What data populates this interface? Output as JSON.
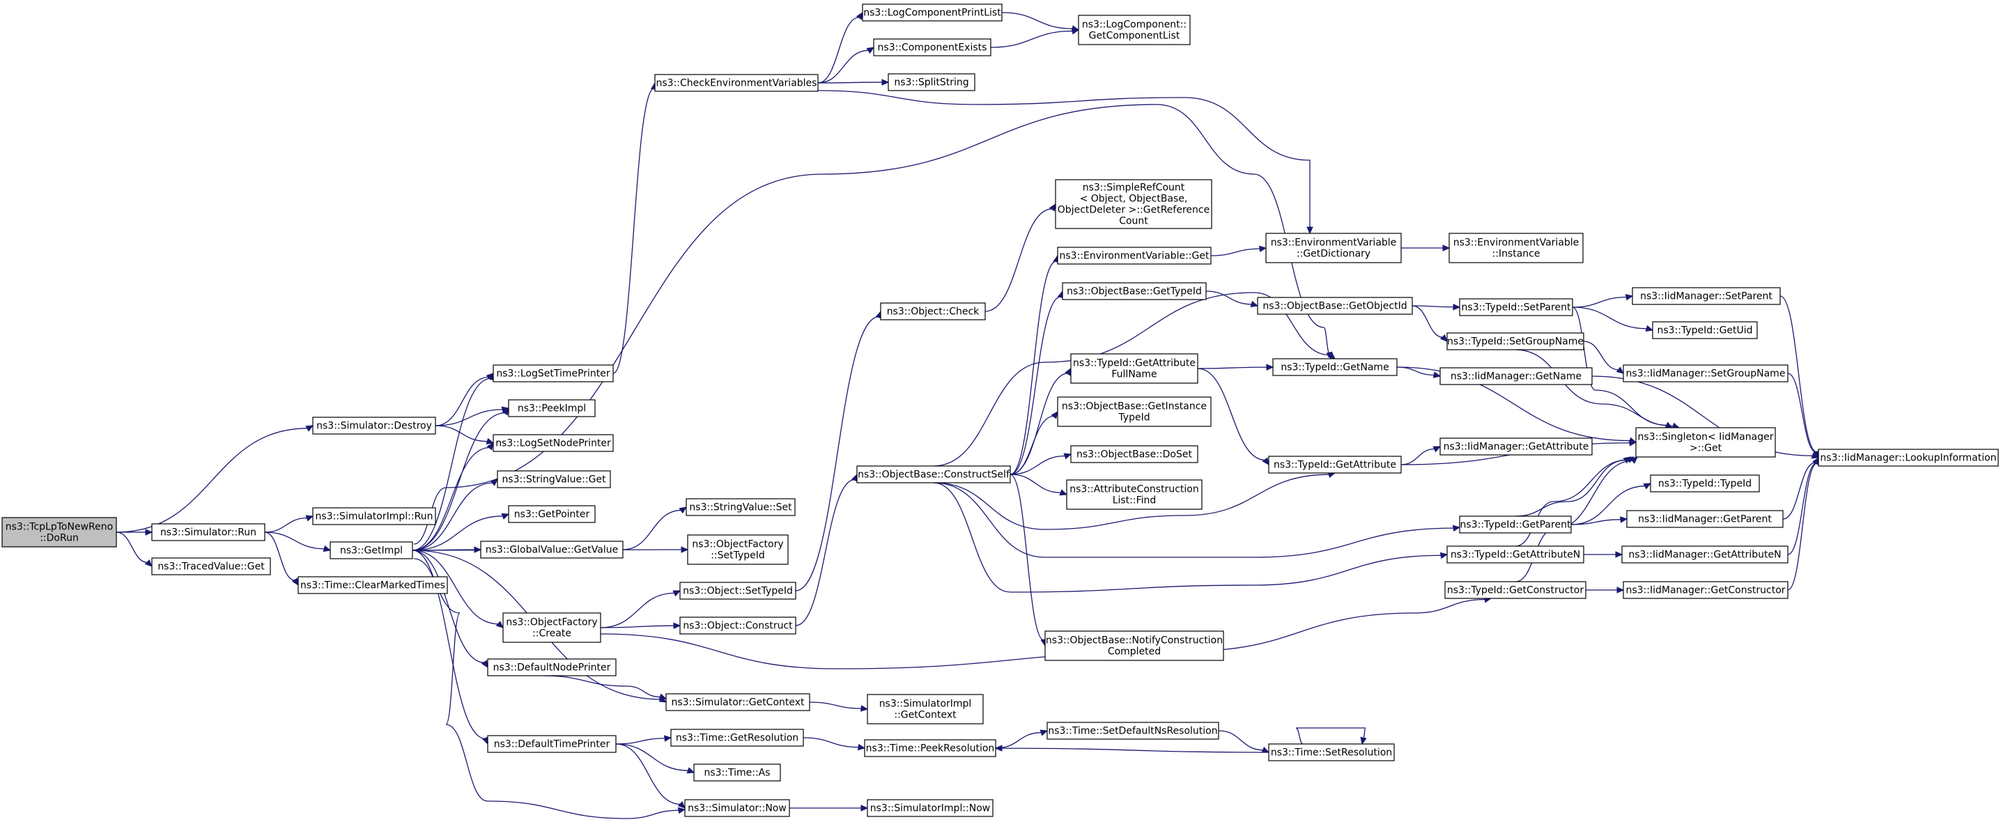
{
  "title": "",
  "nodes": [
    {
      "id": "root",
      "lines": [
        "ns3::TcpLpToNewReno",
        "::DoRun"
      ],
      "root": true
    },
    {
      "id": "simrun",
      "lines": [
        "ns3::Simulator::Run"
      ]
    },
    {
      "id": "tracedget",
      "lines": [
        "ns3::TracedValue::Get"
      ]
    },
    {
      "id": "simdestroy",
      "lines": [
        "ns3::Simulator::Destroy"
      ]
    },
    {
      "id": "simimplrun",
      "lines": [
        "ns3::SimulatorImpl::Run"
      ]
    },
    {
      "id": "getimpl",
      "lines": [
        "ns3::GetImpl"
      ]
    },
    {
      "id": "clearmarked",
      "lines": [
        "ns3::Time::ClearMarkedTimes"
      ]
    },
    {
      "id": "logsettime",
      "lines": [
        "ns3::LogSetTimePrinter"
      ]
    },
    {
      "id": "peekimpl",
      "lines": [
        "ns3::PeekImpl"
      ]
    },
    {
      "id": "logsetnode",
      "lines": [
        "ns3::LogSetNodePrinter"
      ]
    },
    {
      "id": "strvalget",
      "lines": [
        "ns3::StringValue::Get"
      ]
    },
    {
      "id": "getpointer",
      "lines": [
        "ns3::GetPointer"
      ]
    },
    {
      "id": "gvgetvalue",
      "lines": [
        "ns3::GlobalValue::GetValue"
      ]
    },
    {
      "id": "ofcreate",
      "lines": [
        "ns3::ObjectFactory",
        "::Create"
      ]
    },
    {
      "id": "defnodeprinter",
      "lines": [
        "ns3::DefaultNodePrinter"
      ]
    },
    {
      "id": "deftimeprinter",
      "lines": [
        "ns3::DefaultTimePrinter"
      ]
    },
    {
      "id": "checkenv",
      "lines": [
        "ns3::CheckEnvironmentVariables"
      ]
    },
    {
      "id": "logcompprintlist",
      "lines": [
        "ns3::LogComponentPrintList"
      ]
    },
    {
      "id": "compexists",
      "lines": [
        "ns3::ComponentExists"
      ]
    },
    {
      "id": "splitstring",
      "lines": [
        "ns3::SplitString"
      ]
    },
    {
      "id": "logcompgetlist",
      "lines": [
        "ns3::LogComponent::",
        "GetComponentList"
      ]
    },
    {
      "id": "strvalset",
      "lines": [
        "ns3::StringValue::Set"
      ]
    },
    {
      "id": "ofsettypeid",
      "lines": [
        "ns3::ObjectFactory",
        "::SetTypeId"
      ]
    },
    {
      "id": "objsettypeid",
      "lines": [
        "ns3::Object::SetTypeId"
      ]
    },
    {
      "id": "objconstruct",
      "lines": [
        "ns3::Object::Construct"
      ]
    },
    {
      "id": "simgetcontext",
      "lines": [
        "ns3::Simulator::GetContext"
      ]
    },
    {
      "id": "simimplgetcontext",
      "lines": [
        "ns3::SimulatorImpl",
        "::GetContext"
      ]
    },
    {
      "id": "timegetres",
      "lines": [
        "ns3::Time::GetResolution"
      ]
    },
    {
      "id": "timeas",
      "lines": [
        "ns3::Time::As"
      ]
    },
    {
      "id": "simnow",
      "lines": [
        "ns3::Simulator::Now"
      ]
    },
    {
      "id": "simimplnow",
      "lines": [
        "ns3::SimulatorImpl::Now"
      ]
    },
    {
      "id": "timepeekres",
      "lines": [
        "ns3::Time::PeekResolution"
      ]
    },
    {
      "id": "timesetdefns",
      "lines": [
        "ns3::Time::SetDefaultNsResolution"
      ]
    },
    {
      "id": "timesetres",
      "lines": [
        "ns3::Time::SetResolution"
      ]
    },
    {
      "id": "objcheck",
      "lines": [
        "ns3::Object::Check"
      ]
    },
    {
      "id": "obconstructself",
      "lines": [
        "ns3::ObjectBase::ConstructSelf"
      ]
    },
    {
      "id": "simplerefcount",
      "lines": [
        "ns3::SimpleRefCount",
        "< Object, ObjectBase,",
        "ObjectDeleter >::GetReference",
        "Count"
      ]
    },
    {
      "id": "envget",
      "lines": [
        "ns3::EnvironmentVariable::Get"
      ]
    },
    {
      "id": "obgettypeid",
      "lines": [
        "ns3::ObjectBase::GetTypeId"
      ]
    },
    {
      "id": "tidgetattrfull",
      "lines": [
        "ns3::TypeId::GetAttribute",
        "FullName"
      ]
    },
    {
      "id": "obgetinstance",
      "lines": [
        "ns3::ObjectBase::GetInstance",
        "TypeId"
      ]
    },
    {
      "id": "obdoset",
      "lines": [
        "ns3::ObjectBase::DoSet"
      ]
    },
    {
      "id": "attrconstfind",
      "lines": [
        "ns3::AttributeConstruction",
        "List::Find"
      ]
    },
    {
      "id": "obnotify",
      "lines": [
        "ns3::ObjectBase::NotifyConstruction",
        "Completed"
      ]
    },
    {
      "id": "envgetdict",
      "lines": [
        "ns3::EnvironmentVariable",
        "::GetDictionary"
      ]
    },
    {
      "id": "envinstance",
      "lines": [
        "ns3::EnvironmentVariable",
        "::Instance"
      ]
    },
    {
      "id": "obgetobjectid",
      "lines": [
        "ns3::ObjectBase::GetObjectId"
      ]
    },
    {
      "id": "tidgetname",
      "lines": [
        "ns3::TypeId::GetName"
      ]
    },
    {
      "id": "tidgetattr",
      "lines": [
        "ns3::TypeId::GetAttribute"
      ]
    },
    {
      "id": "tidgetparent",
      "lines": [
        "ns3::TypeId::GetParent"
      ]
    },
    {
      "id": "tidgetattrn",
      "lines": [
        "ns3::TypeId::GetAttributeN"
      ]
    },
    {
      "id": "tidgetctor",
      "lines": [
        "ns3::TypeId::GetConstructor"
      ]
    },
    {
      "id": "tidsetparent",
      "lines": [
        "ns3::TypeId::SetParent"
      ]
    },
    {
      "id": "tidsetgroup",
      "lines": [
        "ns3::TypeId::SetGroupName"
      ]
    },
    {
      "id": "iidgetname",
      "lines": [
        "ns3::IidManager::GetName"
      ]
    },
    {
      "id": "iidgetattr",
      "lines": [
        "ns3::IidManager::GetAttribute"
      ]
    },
    {
      "id": "singletonget",
      "lines": [
        "ns3::Singleton< IidManager",
        ">::Get"
      ]
    },
    {
      "id": "tidtypeid",
      "lines": [
        "ns3::TypeId::TypeId"
      ]
    },
    {
      "id": "iidgetparent",
      "lines": [
        "ns3::IidManager::GetParent"
      ]
    },
    {
      "id": "iidgetattrn",
      "lines": [
        "ns3::IidManager::GetAttributeN"
      ]
    },
    {
      "id": "iidgetctor",
      "lines": [
        "ns3::IidManager::GetConstructor"
      ]
    },
    {
      "id": "iidsetparent",
      "lines": [
        "ns3::IidManager::SetParent"
      ]
    },
    {
      "id": "tidgetuid",
      "lines": [
        "ns3::TypeId::GetUid"
      ]
    },
    {
      "id": "iidsetgroup",
      "lines": [
        "ns3::IidManager::SetGroupName"
      ]
    },
    {
      "id": "iidlookup",
      "lines": [
        "ns3::IidManager::LookupInformation"
      ]
    }
  ],
  "edges": [
    [
      "root",
      "simrun"
    ],
    [
      "root",
      "tracedget"
    ],
    [
      "root",
      "simdestroy"
    ],
    [
      "simrun",
      "simimplrun"
    ],
    [
      "simrun",
      "getimpl"
    ],
    [
      "simrun",
      "clearmarked"
    ],
    [
      "simdestroy",
      "logsettime"
    ],
    [
      "simdestroy",
      "peekimpl"
    ],
    [
      "simdestroy",
      "logsetnode"
    ],
    [
      "getimpl",
      "logsettime"
    ],
    [
      "getimpl",
      "peekimpl"
    ],
    [
      "getimpl",
      "logsetnode"
    ],
    [
      "getimpl",
      "strvalget"
    ],
    [
      "getimpl",
      "getpointer"
    ],
    [
      "getimpl",
      "gvgetvalue"
    ],
    [
      "getimpl",
      "ofsettypeid"
    ],
    [
      "getimpl",
      "ofcreate"
    ],
    [
      "getimpl",
      "defnodeprinter"
    ],
    [
      "getimpl",
      "simgetcontext"
    ],
    [
      "getimpl",
      "deftimeprinter"
    ],
    [
      "getimpl",
      "simnow"
    ],
    [
      "getimpl",
      "tidgetname"
    ],
    [
      "logsettime",
      "checkenv"
    ],
    [
      "checkenv",
      "logcompprintlist"
    ],
    [
      "checkenv",
      "compexists"
    ],
    [
      "checkenv",
      "splitstring"
    ],
    [
      "checkenv",
      "envgetdict"
    ],
    [
      "logcompprintlist",
      "logcompgetlist"
    ],
    [
      "compexists",
      "logcompgetlist"
    ],
    [
      "gvgetvalue",
      "strvalset"
    ],
    [
      "ofcreate",
      "objsettypeid"
    ],
    [
      "ofcreate",
      "objconstruct"
    ],
    [
      "ofcreate",
      "tidgetctor"
    ],
    [
      "defnodeprinter",
      "simgetcontext"
    ],
    [
      "simgetcontext",
      "simimplgetcontext"
    ],
    [
      "deftimeprinter",
      "timegetres"
    ],
    [
      "deftimeprinter",
      "timeas"
    ],
    [
      "deftimeprinter",
      "simnow"
    ],
    [
      "simnow",
      "simimplnow"
    ],
    [
      "timegetres",
      "timepeekres"
    ],
    [
      "timepeekres",
      "timesetdefns"
    ],
    [
      "timesetdefns",
      "timesetres"
    ],
    [
      "timesetres",
      "timepeekres"
    ],
    [
      "timesetres",
      "timesetres"
    ],
    [
      "objsettypeid",
      "objcheck"
    ],
    [
      "objcheck",
      "simplerefcount"
    ],
    [
      "objconstruct",
      "obconstructself"
    ],
    [
      "obconstructself",
      "envget"
    ],
    [
      "obconstructself",
      "obgettypeid"
    ],
    [
      "obconstructself",
      "tidgetattrfull"
    ],
    [
      "obconstructself",
      "obgetinstance"
    ],
    [
      "obconstructself",
      "obdoset"
    ],
    [
      "obconstructself",
      "attrconstfind"
    ],
    [
      "obconstructself",
      "obnotify"
    ],
    [
      "obconstructself",
      "tidgetname"
    ],
    [
      "obconstructself",
      "tidgetattr"
    ],
    [
      "obconstructself",
      "tidgetparent"
    ],
    [
      "obconstructself",
      "tidgetattrn"
    ],
    [
      "envget",
      "envgetdict"
    ],
    [
      "envgetdict",
      "envinstance"
    ],
    [
      "obgettypeid",
      "obgetobjectid"
    ],
    [
      "obgetobjectid",
      "tidsetparent"
    ],
    [
      "obgetobjectid",
      "tidsetgroup"
    ],
    [
      "tidgetattrfull",
      "tidgetname"
    ],
    [
      "tidgetattrfull",
      "tidgetattr"
    ],
    [
      "tidgetname",
      "iidgetname"
    ],
    [
      "tidgetname",
      "singletonget"
    ],
    [
      "tidgetattr",
      "iidgetattr"
    ],
    [
      "tidgetattr",
      "singletonget"
    ],
    [
      "tidgetparent",
      "singletonget"
    ],
    [
      "tidgetparent",
      "tidtypeid"
    ],
    [
      "tidgetparent",
      "iidgetparent"
    ],
    [
      "tidgetattrn",
      "singletonget"
    ],
    [
      "tidgetattrn",
      "iidgetattrn"
    ],
    [
      "tidgetctor",
      "singletonget"
    ],
    [
      "tidgetctor",
      "iidgetctor"
    ],
    [
      "tidsetparent",
      "iidsetparent"
    ],
    [
      "tidsetparent",
      "tidgetuid"
    ],
    [
      "tidsetparent",
      "singletonget"
    ],
    [
      "tidsetgroup",
      "iidsetgroup"
    ],
    [
      "tidsetgroup",
      "singletonget"
    ],
    [
      "iidsetparent",
      "iidlookup"
    ],
    [
      "iidsetgroup",
      "iidlookup"
    ],
    [
      "iidgetname",
      "iidlookup"
    ],
    [
      "iidgetparent",
      "iidlookup"
    ],
    [
      "iidgetattrn",
      "iidlookup"
    ],
    [
      "iidgetctor",
      "iidlookup"
    ]
  ]
}
